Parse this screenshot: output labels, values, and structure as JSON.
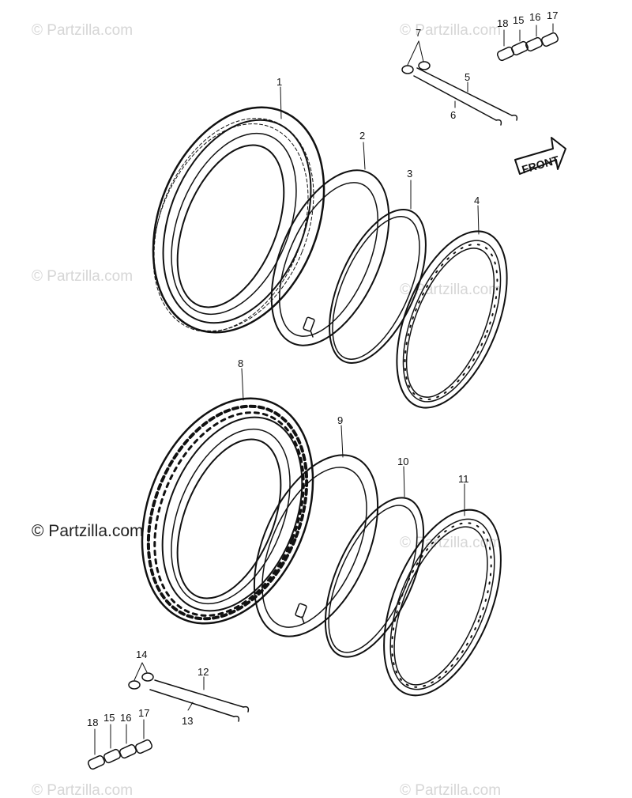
{
  "watermark": {
    "text": "© Partzilla.com"
  },
  "front_label": "FRONT",
  "callouts": {
    "c1": "1",
    "c2": "2",
    "c3": "3",
    "c4": "4",
    "c5": "5",
    "c6": "6",
    "c7": "7",
    "c8": "8",
    "c9": "9",
    "c10": "10",
    "c11": "11",
    "c12": "12",
    "c13": "13",
    "c14": "14",
    "top_c18": "18",
    "top_c15": "15",
    "top_c16": "16",
    "top_c17": "17",
    "bot_c18": "18",
    "bot_c15": "15",
    "bot_c16": "16",
    "bot_c17": "17"
  },
  "colors": {
    "ink": "#111111",
    "watermark": "#d6d6d6",
    "background": "#ffffff"
  }
}
